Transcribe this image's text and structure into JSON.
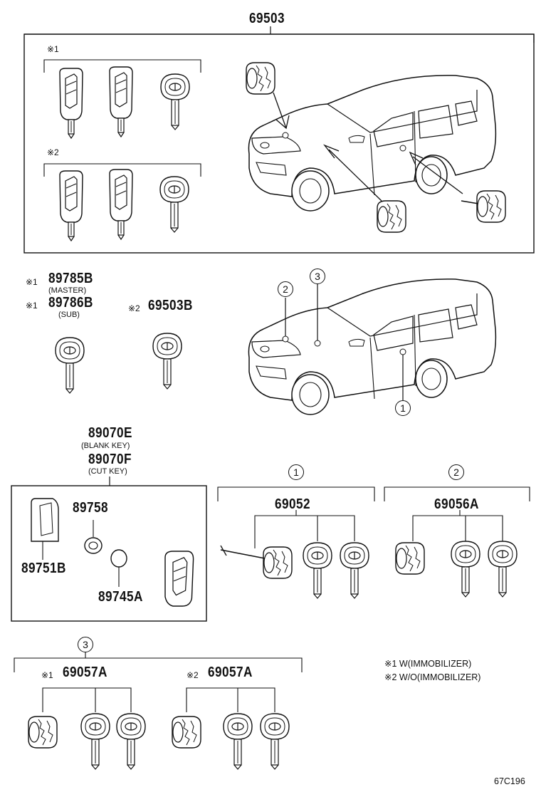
{
  "labels": {
    "top_part": "69503",
    "part_89785b": "89785B",
    "part_89785b_note": "(MASTER)",
    "part_89786b": "89786B",
    "part_89786b_note": "(SUB)",
    "part_69503b": "69503B",
    "part_89070e": "89070E",
    "part_89070e_note": "(BLANK KEY)",
    "part_89070f": "89070F",
    "part_89070f_note": "(CUT KEY)",
    "part_89758": "89758",
    "part_89751b": "89751B",
    "part_89745a": "89745A",
    "part_69052": "69052",
    "part_69056a": "69056A",
    "part_69057a_1": "69057A",
    "part_69057a_2": "69057A",
    "mark_1": "※1",
    "mark_2": "※2",
    "callout_1": "1",
    "callout_2": "2",
    "callout_3": "3",
    "legend_1": "※1 W(IMMOBILIZER)",
    "legend_2": "※2 W/O(IMMOBILIZER)",
    "figure_code": "67C196"
  }
}
